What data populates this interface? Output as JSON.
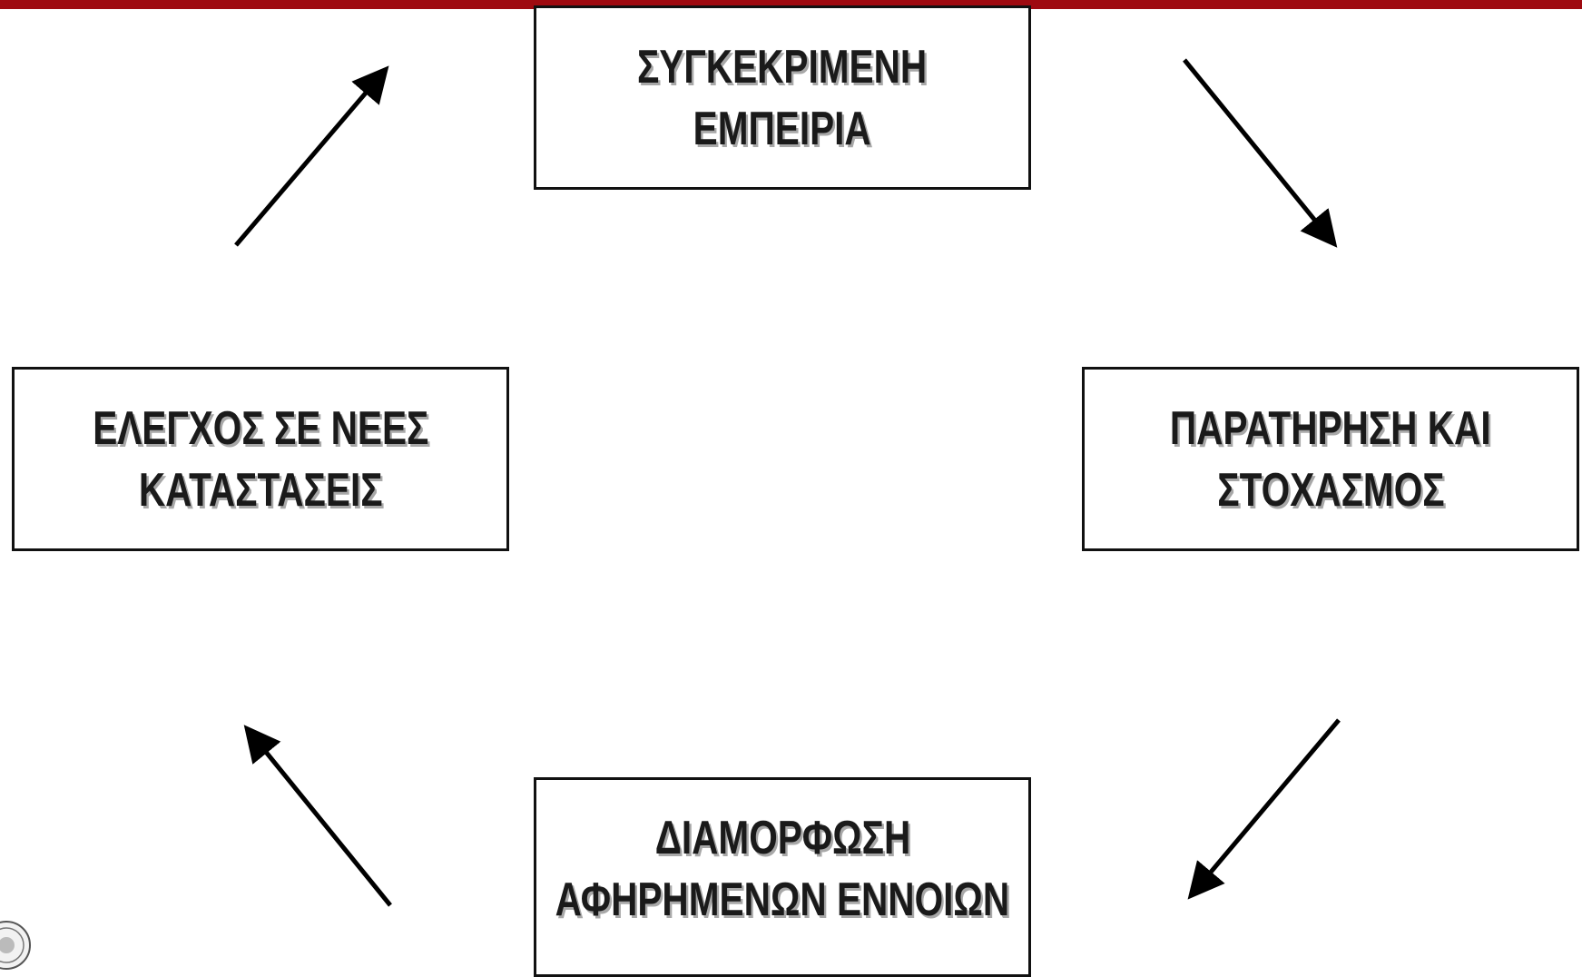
{
  "colors": {
    "top_bar": "#9e0a10",
    "box_border": "#111111",
    "text": "#1a1a1a",
    "text_shadow": "#a8a8a8",
    "arrow": "#000000"
  },
  "diagram": {
    "nodes": [
      {
        "id": "top",
        "lines": [
          "ΣΥΓΚΕΚΡΙΜΕΝΗ",
          "ΕΜΠΕΙΡΙΑ"
        ]
      },
      {
        "id": "right",
        "lines": [
          "ΠΑΡΑΤΗΡΗΣΗ ΚΑΙ",
          "ΣΤΟΧΑΣΜΟΣ"
        ]
      },
      {
        "id": "bottom",
        "lines": [
          "ΔΙΑΜΟΡΦΩΣΗ",
          "ΑΦΗΡΗΜΕΝΩΝ ΕΝΝΟΙΩΝ"
        ]
      },
      {
        "id": "left",
        "lines": [
          "ΕΛΕΓΧΟΣ ΣΕ ΝΕΕΣ",
          "ΚΑΤΑΣΤΑΣΕΙΣ"
        ]
      }
    ],
    "edges": [
      {
        "from": "top",
        "to": "right"
      },
      {
        "from": "right",
        "to": "bottom"
      },
      {
        "from": "bottom",
        "to": "left"
      },
      {
        "from": "left",
        "to": "top"
      }
    ]
  },
  "logo_icon": "seal-icon"
}
